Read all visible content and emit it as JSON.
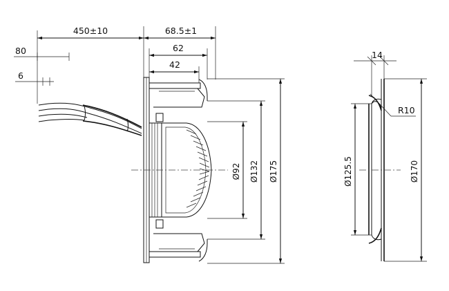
{
  "drawing": {
    "side_view": {
      "dimensions": {
        "cable_length": "450±10",
        "overall_depth": "68.5±1",
        "body_depth": "62",
        "hub_depth": "42",
        "lead_strip": "80",
        "lead_tin": "6"
      },
      "diameters": {
        "motor": "Ø92",
        "impeller_inlet": "Ø132",
        "outer": "Ø175"
      }
    },
    "inlet_ring_view": {
      "dimensions": {
        "thickness": "14",
        "radius": "R10"
      },
      "diameters": {
        "inner": "Ø125.5",
        "outer": "Ø170"
      }
    }
  }
}
